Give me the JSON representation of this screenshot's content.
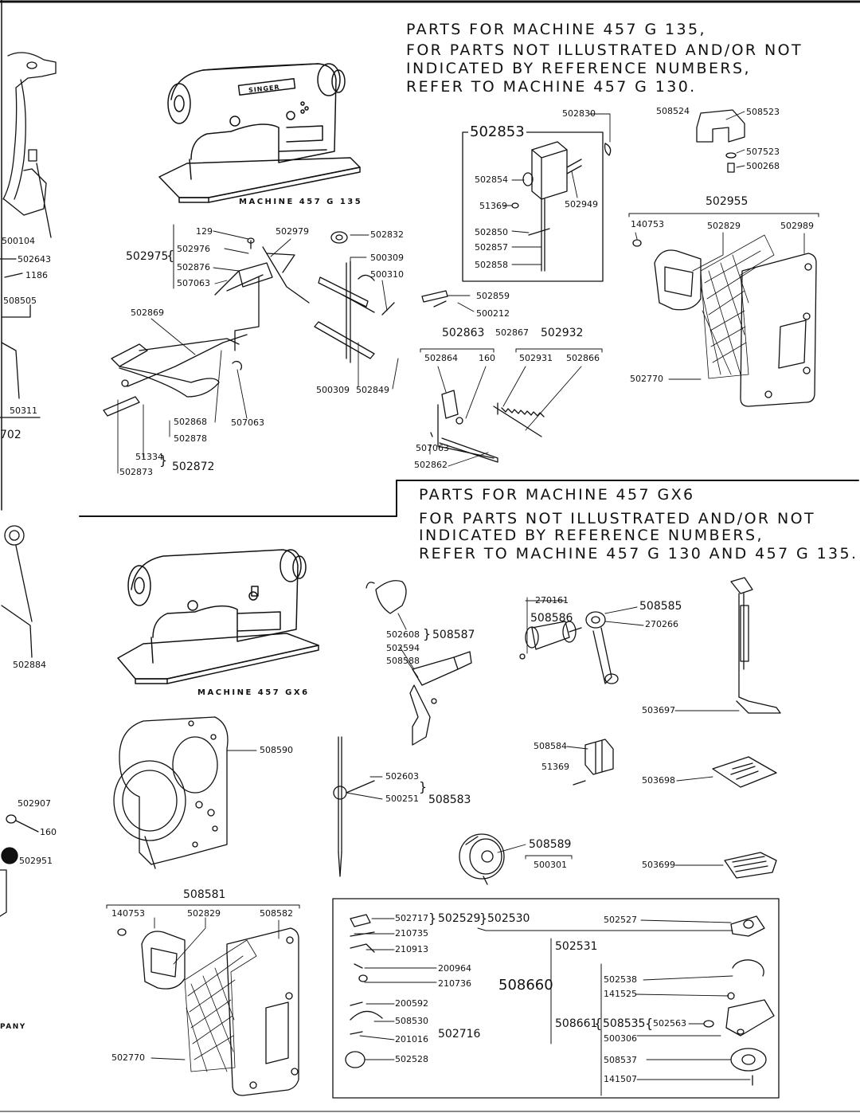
{
  "section_g135": {
    "header": [
      "PARTS FOR MACHINE  457 G 135,",
      "FOR PARTS NOT ILLUSTRATED AND/OR NOT",
      "INDICATED BY REFERENCE NUMBERS,",
      "REFER TO MACHINE 457 G 130."
    ],
    "machine_caption": "MACHINE 457 G 135",
    "machine_brand": "SINGER"
  },
  "section_gx6": {
    "header": [
      "PARTS FOR MACHINE   457 GX6",
      "FOR PARTS NOT ILLUSTRATED AND/OR NOT",
      "INDICATED BY REFERENCE NUMBERS,",
      "REFER TO MACHINE 457 G 130 AND 457 G 135."
    ],
    "machine_caption": "MACHINE 457 GX6"
  },
  "left_edge_labels": [
    "500104",
    "502643",
    "1186",
    "508505",
    "50311",
    "702",
    "502884",
    "502907",
    "160",
    "502951",
    "PANY"
  ],
  "assembly_numbers": {
    "a502975": "502975",
    "a502872": "502872",
    "a502853": "502853",
    "a502955": "502955",
    "a502863": "502863",
    "a502867": "502867",
    "a502932": "502932",
    "a508587": "508587",
    "a508583": "508583",
    "a508581": "508581",
    "a502529": "502529",
    "a502530": "502530",
    "a502716": "502716",
    "a508660": "508660",
    "a502531": "502531",
    "a508661": "508661",
    "a508535": "508535"
  },
  "part_labels": {
    "p129": "129",
    "p502976": "502976",
    "p502876": "502876",
    "p507063a": "507063",
    "p502979": "502979",
    "p502832": "502832",
    "p500309a": "500309",
    "p500310": "500310",
    "p502869": "502869",
    "p500309b": "500309",
    "p502849": "502849",
    "p502868": "502868",
    "p507063b": "507063",
    "p502878": "502878",
    "p51334": "51334",
    "p502873": "502873",
    "p502830": "502830",
    "p502854": "502854",
    "p51369a": "51369",
    "p502949": "502949",
    "p502850": "502850",
    "p502857": "502857",
    "p502858": "502858",
    "p508524": "508524",
    "p508523": "508523",
    "p507523": "507523",
    "p500268": "500268",
    "p140753a": "140753",
    "p502829a": "502829",
    "p502989": "502989",
    "p502770a": "502770",
    "p502859": "502859",
    "p500212": "500212",
    "p502864": "502864",
    "p160b": "160",
    "p502931": "502931",
    "p502866": "502866",
    "p507063c": "507063",
    "p502862": "502862",
    "p502608": "502608",
    "p502594": "502594",
    "p508588": "508588",
    "p270161": "270161",
    "p508586": "508586",
    "p508585": "508585",
    "p270266": "270266",
    "p503697": "503697",
    "p508590": "508590",
    "p508584": "508584",
    "p51369b": "51369",
    "p503698": "503698",
    "p502603": "502603",
    "p500251": "500251",
    "p508589": "508589",
    "p500301": "500301",
    "p503699": "503699",
    "p140753b": "140753",
    "p502829b": "502829",
    "p508582": "508582",
    "p502770b": "502770",
    "p502717": "502717",
    "p210735": "210735",
    "p210913": "210913",
    "p200964": "200964",
    "p210736": "210736",
    "p200592": "200592",
    "p508530": "508530",
    "p201016": "201016",
    "p502528": "502528",
    "p502527": "502527",
    "p502538": "502538",
    "p141525": "141525",
    "p502563": "502563",
    "p500306": "500306",
    "p508537": "508537",
    "p141507": "141507"
  }
}
